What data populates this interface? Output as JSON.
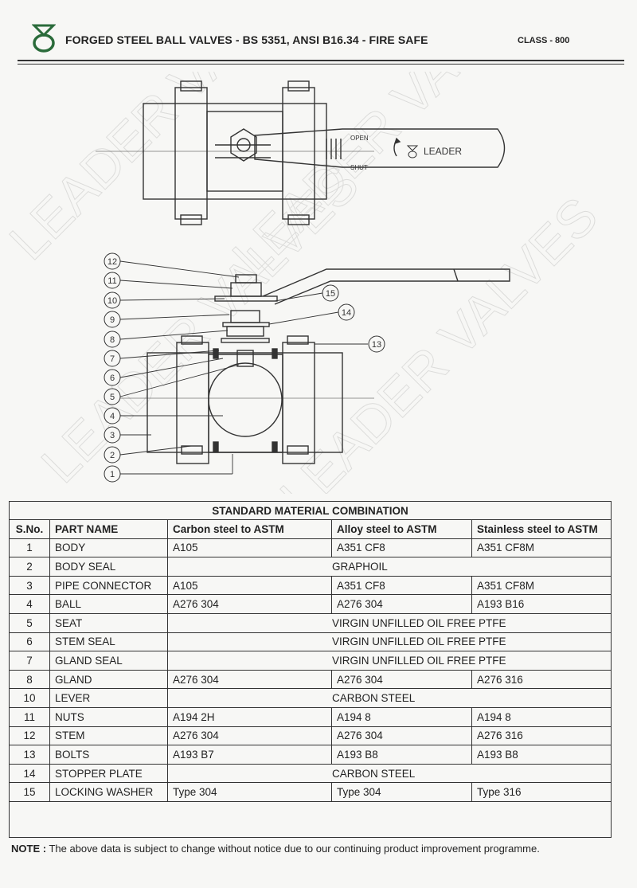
{
  "header": {
    "title": "FORGED STEEL BALL VALVES - BS 5351,  ANSI B16.34 - ",
    "title_firesafe": "FIRE SAFE",
    "class_label": "CLASS - 800"
  },
  "drawing": {
    "watermark": "LEADER VALVES",
    "lever_open": "OPEN",
    "lever_shut": "SHUT",
    "lever_brand": "LEADER",
    "callouts": [
      "12",
      "11",
      "10",
      "9",
      "8",
      "7",
      "6",
      "5",
      "4",
      "3",
      "2",
      "1",
      "15",
      "14",
      "13"
    ]
  },
  "table": {
    "caption": "STANDARD MATERIAL COMBINATION",
    "headers": [
      "S.No.",
      "PART NAME",
      "Carbon steel to ASTM",
      "Alloy steel to ASTM",
      "Stainless steel to ASTM"
    ],
    "rows": [
      {
        "sno": "1",
        "part": "BODY",
        "cs": "A105",
        "as": "A351 CF8",
        "ss": "A351 CF8M"
      },
      {
        "sno": "2",
        "part": "BODY SEAL",
        "common": "GRAPHOIL"
      },
      {
        "sno": "3",
        "part": "PIPE CONNECTOR",
        "cs": "A105",
        "as": "A351 CF8",
        "ss": "A351 CF8M"
      },
      {
        "sno": "4",
        "part": "BALL",
        "cs": "A276 304",
        "as": "A276 304",
        "ss": "A193 B16"
      },
      {
        "sno": "5",
        "part": "SEAT",
        "common": "VIRGIN UNFILLED OIL FREE PTFE"
      },
      {
        "sno": "6",
        "part": "STEM SEAL",
        "common": "VIRGIN UNFILLED OIL FREE PTFE"
      },
      {
        "sno": "7",
        "part": "GLAND SEAL",
        "common": "VIRGIN UNFILLED OIL FREE PTFE"
      },
      {
        "sno": "8",
        "part": "GLAND",
        "cs": "A276 304",
        "as": "A276 304",
        "ss": "A276 316"
      },
      {
        "sno": "10",
        "part": "LEVER",
        "common": "CARBON STEEL"
      },
      {
        "sno": "11",
        "part": "NUTS",
        "cs": "A194 2H",
        "as": "A194 8",
        "ss": "A194 8"
      },
      {
        "sno": "12",
        "part": "STEM",
        "cs": "A276 304",
        "as": "A276 304",
        "ss": "A276 316"
      },
      {
        "sno": "13",
        "part": "BOLTS",
        "cs": "A193 B7",
        "as": "A193 B8",
        "ss": "A193 B8"
      },
      {
        "sno": "14",
        "part": "STOPPER PLATE",
        "common": "CARBON STEEL"
      },
      {
        "sno": "15",
        "part": "LOCKING WASHER",
        "cs": "Type 304",
        "as": "Type 304",
        "ss": "Type 316"
      }
    ]
  },
  "note": {
    "label": "NOTE :",
    "text": " The above data is subject to change without notice due to our continuing product improvement programme."
  }
}
